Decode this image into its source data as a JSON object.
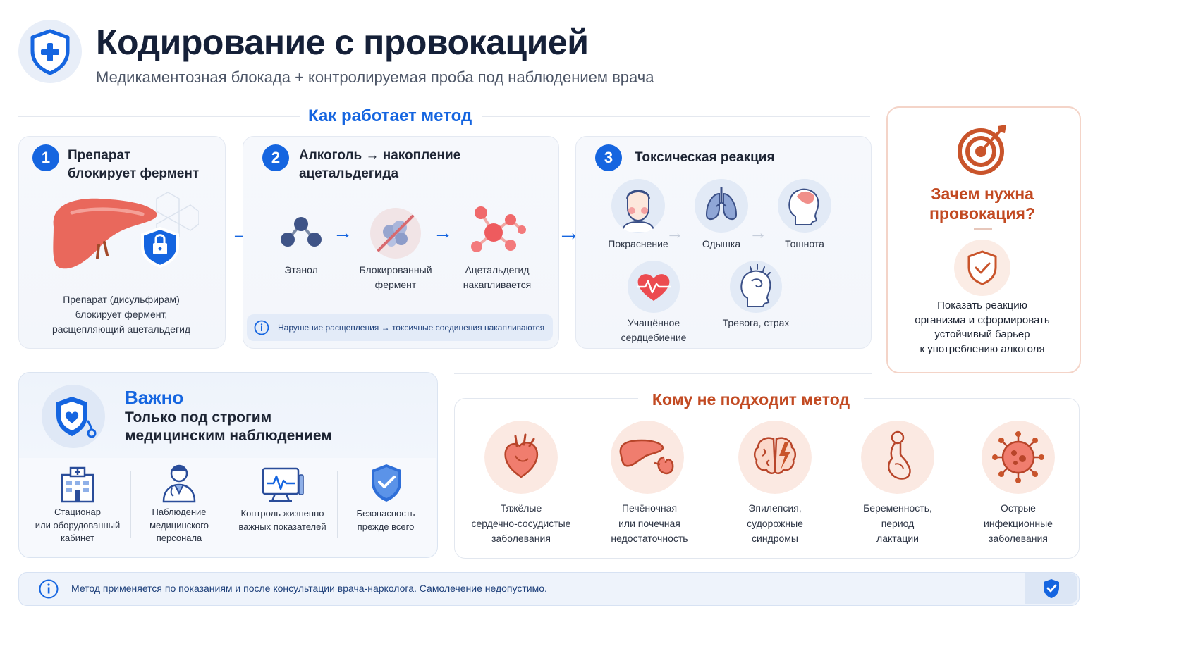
{
  "header": {
    "title": "Кодирование с провокацией",
    "subtitle": "Медикаментозная блокада + контролируемая проба под наблюдением врача"
  },
  "method": {
    "section_title": "Как работает метод",
    "step1": {
      "number": "1",
      "title_line1": "Препарат",
      "title_line2": "блокирует фермент",
      "desc_line1": "Препарат (дисульфирам)",
      "desc_line2": "блокирует фермент,",
      "desc_line3": "расщепляющий ацетальдегид"
    },
    "step2": {
      "number": "2",
      "title_line1": "Алкоголь → накопление",
      "title_line2": "ацетальдегида",
      "ethanol": "Этанол",
      "blocked_line1": "Блокированный",
      "blocked_line2": "фермент",
      "acet_line1": "Ацетальдегид",
      "acet_line2": "накапливается",
      "note": "Нарушение расщепления → токсичные соединения накапливаются"
    },
    "step3": {
      "number": "3",
      "title": "Токсическая реакция",
      "flushing": "Покраснение",
      "dyspnea": "Одышка",
      "nausea": "Тошнота",
      "hr_line1": "Учащённое",
      "hr_line2": "сердцебиение",
      "anxiety": "Тревога, страх"
    }
  },
  "why": {
    "title_line1": "Зачем нужна",
    "title_line2": "провокация?",
    "desc_line1": "Показать реакцию",
    "desc_line2": "организма и сформировать",
    "desc_line3": "устойчивый барьер",
    "desc_line4": "к употреблению алкоголя"
  },
  "important": {
    "title": "Важно",
    "subtitle_line1": "Только под строгим",
    "subtitle_line2": "медицинским наблюдением",
    "items": [
      {
        "line1": "Стационар",
        "line2": "или оборудованный",
        "line3": "кабинет"
      },
      {
        "line1": "Наблюдение",
        "line2": "медицинского",
        "line3": "персонала"
      },
      {
        "line1": "Контроль жизненно",
        "line2": "важных показателей",
        "line3": ""
      },
      {
        "line1": "Безопасность",
        "line2": "прежде всего",
        "line3": ""
      }
    ]
  },
  "contra": {
    "title": "Кому не подходит метод",
    "items": [
      {
        "line1": "Тяжёлые",
        "line2": "сердечно-сосудистые",
        "line3": "заболевания"
      },
      {
        "line1": "Печёночная",
        "line2": "или почечная",
        "line3": "недостаточность"
      },
      {
        "line1": "Эпилепсия,",
        "line2": "судорожные",
        "line3": "синдромы"
      },
      {
        "line1": "Беременность,",
        "line2": "период",
        "line3": "лактации"
      },
      {
        "line1": "Острые",
        "line2": "инфекционные",
        "line3": "заболевания"
      }
    ]
  },
  "footer": {
    "note": "Метод применяется по показаниям и после консультации врача-нарколога. Самолечение недопустимо."
  },
  "colors": {
    "primary_blue": "#1565e0",
    "accent_red": "#c24a22",
    "light_blue_bg": "#eef3fb"
  }
}
